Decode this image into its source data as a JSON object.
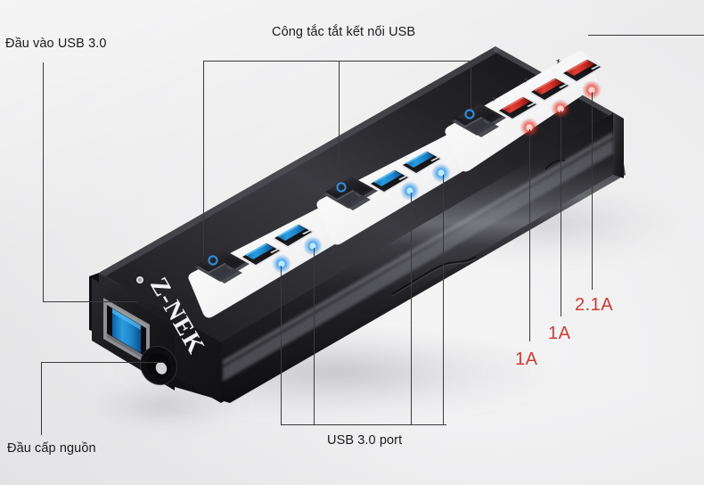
{
  "image": {
    "subject": "Z-NEK 7-port USB 3.0 hub with individual power switches",
    "background_color": "#f1f1f2"
  },
  "product": {
    "brand_logo": "Z-NEK",
    "body_color": "#1c1c1e",
    "panel_color": "#f7f7f7",
    "data_port_color": "#1f7fd0",
    "charge_port_color": "#d8332c",
    "led_blue": "#2196f3",
    "led_red": "#e8372c"
  },
  "callouts": [
    {
      "id": "usb-in",
      "text": "Đầu vào USB 3.0",
      "color": "#1b1b1b"
    },
    {
      "id": "switch",
      "text": "Công tắc tắt kết nối USB",
      "color": "#1b1b1b"
    },
    {
      "id": "usb-port",
      "text": "USB 3.0 port",
      "color": "#1b1b1b"
    },
    {
      "id": "power-in",
      "text": "Đầu cấp nguồn",
      "color": "#1b1b1b"
    }
  ],
  "amperage_labels": [
    {
      "id": "amp-1",
      "text": "1A",
      "color": "#cf3a33"
    },
    {
      "id": "amp-2",
      "text": "1A",
      "color": "#cf3a33"
    },
    {
      "id": "amp-3",
      "text": "2.1A",
      "color": "#cf3a33"
    }
  ],
  "ports": {
    "data_ports": 4,
    "charging_ports": 3,
    "switches": 3,
    "input_port": "USB 3.0 Type-B / Type-A input",
    "power_jack": "DC barrel jack"
  },
  "accent_colors": {
    "red": "#cf3a33",
    "blue": "#1f7fd0",
    "black": "#1c1c1e"
  }
}
